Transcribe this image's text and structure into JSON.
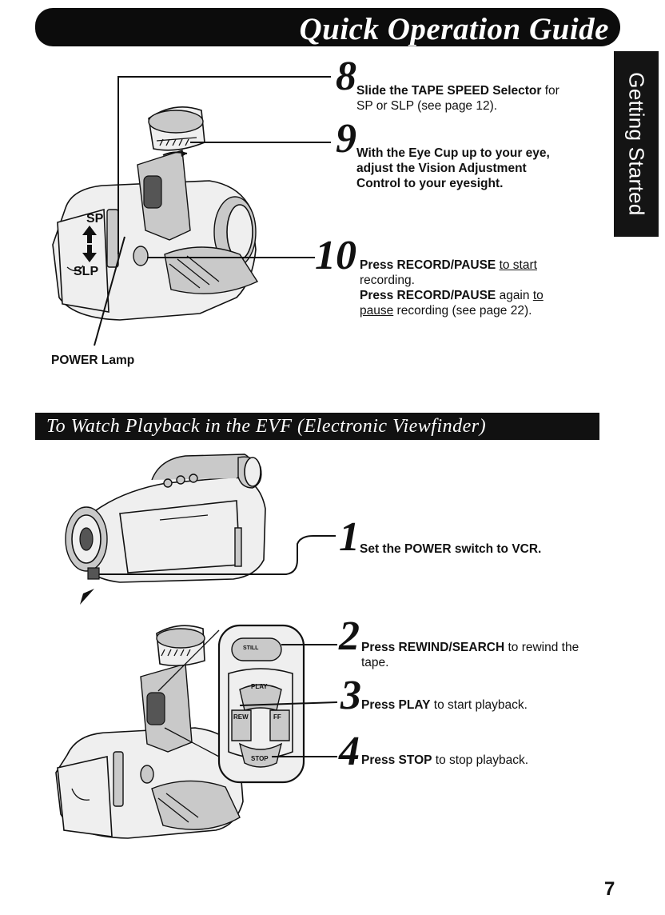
{
  "header": {
    "title": "Quick Operation Guide"
  },
  "side_tab": {
    "label": "Getting Started"
  },
  "top_steps": [
    {
      "num": "8",
      "line1_bold": "Slide the TAPE SPEED Selector",
      "line1_rest": " for",
      "line2": "SP or SLP (see page 12)."
    },
    {
      "num": "9",
      "line1": "With the Eye Cup up to your eye,",
      "line2": "adjust the Vision Adjustment",
      "line3": "Control to your eyesight."
    },
    {
      "num": "10",
      "line1_bold": "Press RECORD/PAUSE",
      "line1_link": "to start",
      "line2": "recording.",
      "line3_bold": "Press RECORD/PAUSE",
      "line3_rest": " again ",
      "line3_link": "to",
      "line4_link": "pause",
      "line4_rest": " recording (see page 22)."
    }
  ],
  "figure_labels": {
    "sp": "SP",
    "slp": "SLP",
    "power_lamp": "POWER Lamp"
  },
  "section": {
    "title": "To Watch Playback in the EVF (Electronic Viewfinder)"
  },
  "playback_steps": [
    {
      "num": "1",
      "bold": "Set the POWER switch to VCR.",
      "rest": ""
    },
    {
      "num": "2",
      "bold": "Press REWIND/SEARCH",
      "rest": " to rewind the",
      "line2": "tape."
    },
    {
      "num": "3",
      "bold": "Press PLAY",
      "rest": " to start playback."
    },
    {
      "num": "4",
      "bold": "Press STOP",
      "rest": " to stop playback."
    }
  ],
  "control_labels": {
    "still": "STILL",
    "play": "PLAY",
    "rew": "REW",
    "ff": "FF",
    "stop": "STOP"
  },
  "page_number": "7"
}
